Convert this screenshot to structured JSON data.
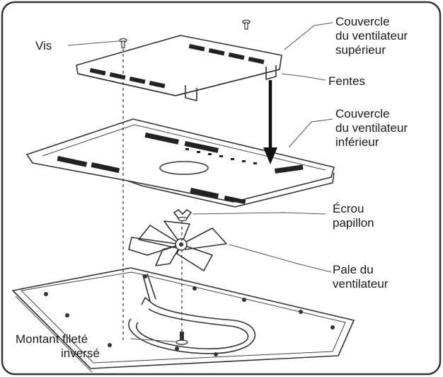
{
  "labels": {
    "screw": "Vis",
    "top_cover_1": "Couvercle",
    "top_cover_2": "du ventilateur",
    "top_cover_3": "supérieur",
    "slots": "Fentes",
    "bottom_cover_1": "Couvercle",
    "bottom_cover_2": "du ventilateur",
    "bottom_cover_3": "inférieur",
    "wing_nut_1": "Écrou",
    "wing_nut_2": "papillon",
    "fan_blade_1": "Pale du",
    "fan_blade_2": "ventilateur",
    "stud_1": "Montant fileté",
    "stud_2": "inversé"
  },
  "colors": {
    "frame": "#333333",
    "ink": "#1a1a1a",
    "slot": "#222222"
  }
}
